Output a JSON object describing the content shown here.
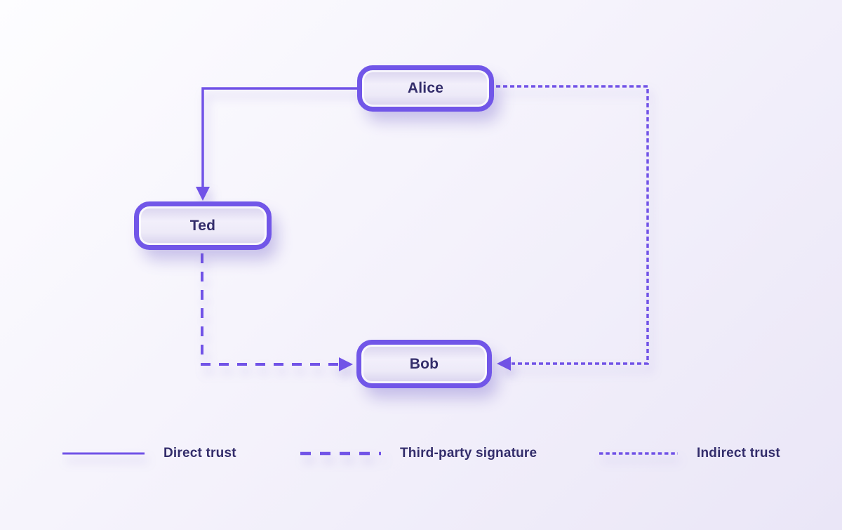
{
  "diagram": {
    "nodes": [
      {
        "id": "alice",
        "label": "Alice"
      },
      {
        "id": "ted",
        "label": "Ted"
      },
      {
        "id": "bob",
        "label": "Bob"
      }
    ],
    "edges": [
      {
        "from": "alice",
        "to": "ted",
        "type": "direct",
        "style": "solid"
      },
      {
        "from": "ted",
        "to": "bob",
        "type": "third-party",
        "style": "dashed"
      },
      {
        "from": "alice",
        "to": "bob",
        "type": "indirect",
        "style": "dotted"
      }
    ]
  },
  "legend": {
    "items": [
      {
        "label": "Direct trust",
        "style": "solid"
      },
      {
        "label": "Third-party signature",
        "style": "dashed"
      },
      {
        "label": "Indirect trust",
        "style": "dotted"
      }
    ]
  },
  "colors": {
    "accent": "#7153E7",
    "text": "#332D6B",
    "node_border": "#7156E8",
    "node_fill_light": "#F2EFFB",
    "node_fill_dark": "#D8D2EE",
    "background_start": "#FDFDFF",
    "background_end": "#EAE6F7"
  }
}
